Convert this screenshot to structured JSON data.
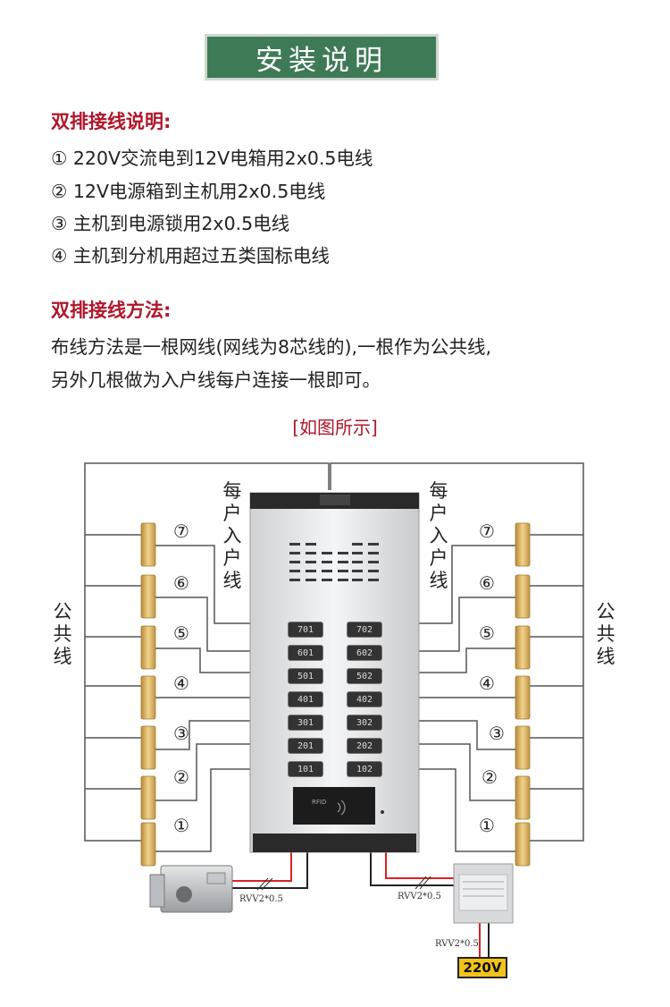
{
  "title": "安装说明",
  "section1": {
    "heading": "双排接线说明:",
    "items": [
      "① 220V交流电到12V电箱用2x0.5电线",
      "② 12V电源箱到主机用2x0.5电线",
      "③ 主机到电源锁用2x0.5电线",
      "④ 主机到分机用超过五类国标电线"
    ]
  },
  "section2": {
    "heading": "双排接线方法:",
    "lines": [
      "布线方法是一根网线(网线为8芯线的),一根作为公共线,",
      "另外几根做为入户线每户连接一根即可。"
    ]
  },
  "diagram": {
    "caption": "[如图所示]",
    "left_common_label": "公共线",
    "right_common_label": "公共线",
    "left_house_label": "每户入户线",
    "right_house_label": "每户入户线",
    "left_numbers": [
      "⑦",
      "⑥",
      "⑤",
      "④",
      "③",
      "②",
      "①"
    ],
    "right_numbers": [
      "⑦",
      "⑥",
      "⑤",
      "④",
      "③",
      "②",
      "①"
    ],
    "left_keys": [
      "701",
      "601",
      "501",
      "401",
      "301",
      "201",
      "101"
    ],
    "right_keys": [
      "702",
      "602",
      "502",
      "402",
      "302",
      "202",
      "102"
    ],
    "rfid_label": "RFID",
    "wire_spec_lock": "RVV2*0.5",
    "wire_spec_power": "RVV2*0.5",
    "wire_spec_mains": "RVV2*0.5",
    "voltage": "220V"
  }
}
